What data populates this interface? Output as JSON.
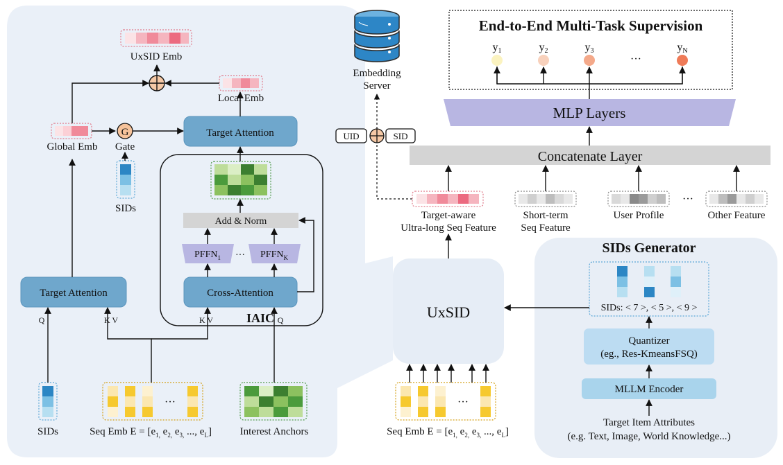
{
  "left_panel": {
    "uxsid_emb": "UxSID Emb",
    "local_emb": "Local Emb",
    "global_emb": "Global Emb",
    "gate": "Gate",
    "gate_symbol": "G",
    "sids_upper": "SIDs",
    "target_attention_top": "Target Attention",
    "add_norm": "Add & Norm",
    "pffn_1": "PFFN",
    "pffn_1_sub": "1",
    "pffn_k": "PFFN",
    "pffn_k_sub": "K",
    "pffn_dots": "···",
    "cross_attention": "Cross-Attention",
    "iaic": "IAIC",
    "target_attention_left": "Target Attention",
    "q_left": "Q",
    "kv_left": "K V",
    "kv_iaic": "K V",
    "q_iaic": "Q",
    "sids_bottom": "SIDs",
    "seq_emb_prefix": "Seq Emb E = [e",
    "interest_anchors": "Interest Anchors",
    "row_dots": "···"
  },
  "middle": {
    "embedding_server_line1": "Embedding",
    "embedding_server_line2": "Server",
    "uid": "UID",
    "sid": "SID",
    "uxsid": "UxSID",
    "seq_emb_prefix": "Seq Emb E = [e",
    "row_dots": "···"
  },
  "right_panel": {
    "supervision_title": "End-to-End Multi-Task Supervision",
    "task_labels": [
      "y1",
      "y2",
      "y3",
      "yN"
    ],
    "task_dots": "···",
    "mlp_layers": "MLP Layers",
    "concatenate_layer": "Concatenate Layer",
    "features": [
      {
        "line1": "Target-aware",
        "line2": "Ultra-long Seq Feature"
      },
      {
        "line1": "Short-term",
        "line2": "Seq Feature"
      },
      {
        "line1": "User Profile",
        "line2": ""
      },
      {
        "line1": "Other Feature",
        "line2": ""
      }
    ],
    "feature_dots": "···",
    "sids_generator": "SIDs Generator",
    "sids_codes": "SIDs: < 7 >, < 5 >, < 9 >",
    "quantizer_line1": "Quantizer",
    "quantizer_line2": "(eg., Res-KmeansFSQ)",
    "mllm_encoder": "MLLM Encoder",
    "target_item_line1": "Target Item Attributes",
    "target_item_line2": "(e.g. Text, Image, World Knowledge...)"
  },
  "colors": {
    "blue_box": "#6fa7cc",
    "lavender": "#b8b6e2",
    "concat_gray": "#d4d4d4",
    "panel_bg": "#eaf0f8",
    "uxsid_bg": "#e6edf6",
    "sids_gen_bg": "#e8eef6",
    "quantizer": "#bcdcf2",
    "mllm": "#a9d4ec",
    "gate_orange": "#f6c39b",
    "plus_orange": "#f6c9a6"
  }
}
